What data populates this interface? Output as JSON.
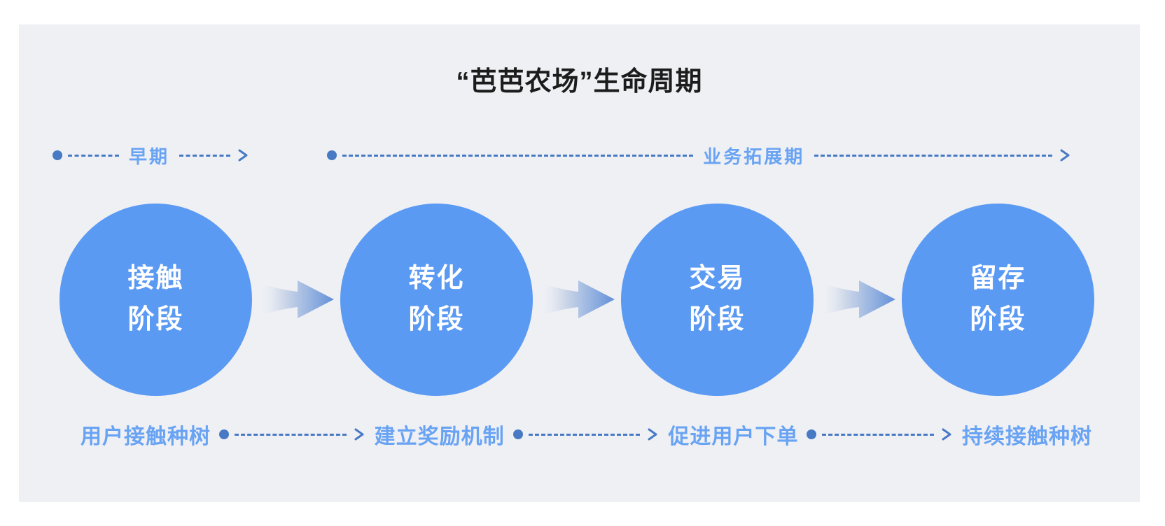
{
  "title": "“芭芭农场”生命周期",
  "phases": [
    {
      "label": "早期"
    },
    {
      "label": "业务拓展期"
    }
  ],
  "stages": [
    {
      "line1": "接触",
      "line2": "阶段"
    },
    {
      "line1": "转化",
      "line2": "阶段"
    },
    {
      "line1": "交易",
      "line2": "阶段"
    },
    {
      "line1": "留存",
      "line2": "阶段"
    }
  ],
  "steps": [
    "用户接触种树",
    "建立奖励机制",
    "促进用户下单",
    "持续接触种树"
  ],
  "icons": {
    "timeline_start": "filled-dot",
    "timeline_end": "chevron-right",
    "stage_connector": "gradient-swoosh-arrow"
  },
  "colors": {
    "card_bg": "#eff0f4",
    "circle_fill": "#5b9af3",
    "accent_dark": "#4879c5",
    "accent_light": "#69a3f3",
    "title_text": "#1c1c1c",
    "circle_text": "#ffffff",
    "arrow_gradient_start": "#f0f2f6",
    "arrow_gradient_end": "#6290d8"
  }
}
